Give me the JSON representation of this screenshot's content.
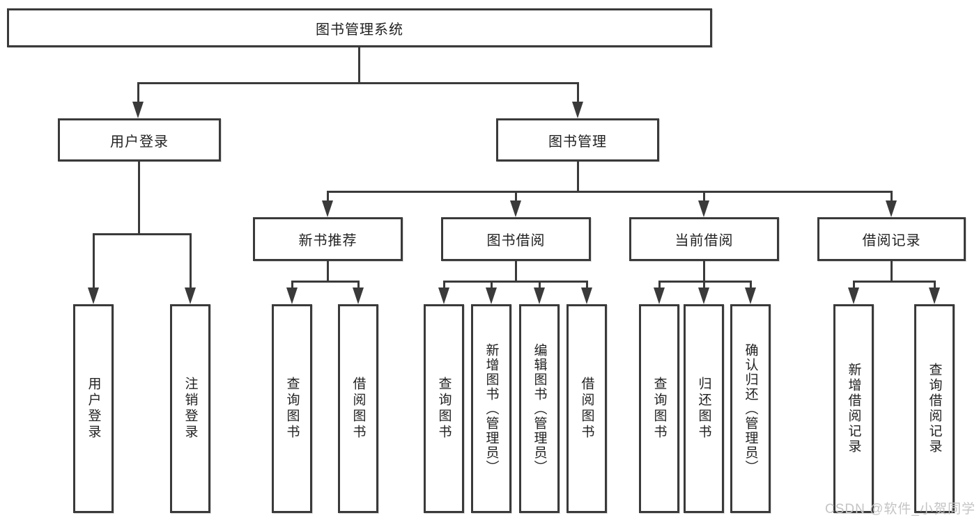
{
  "diagram": {
    "root": {
      "label": "图书管理系统"
    },
    "branches": [
      {
        "label": "用户登录",
        "children": [
          {
            "label": "用户登录"
          },
          {
            "label": "注销登录"
          }
        ]
      },
      {
        "label": "图书管理",
        "groups": [
          {
            "label": "新书推荐",
            "children": [
              {
                "label": "查询图书"
              },
              {
                "label": "借阅图书"
              }
            ]
          },
          {
            "label": "图书借阅",
            "children": [
              {
                "label": "查询图书"
              },
              {
                "label": "新增图书（管理员）"
              },
              {
                "label": "编辑图书（管理员）"
              },
              {
                "label": "借阅图书"
              }
            ]
          },
          {
            "label": "当前借阅",
            "children": [
              {
                "label": "查询图书"
              },
              {
                "label": "归还图书"
              },
              {
                "label": "确认归还（管理员）"
              }
            ]
          },
          {
            "label": "借阅记录",
            "children": [
              {
                "label": "新增借阅记录"
              },
              {
                "label": "查询借阅记录"
              }
            ]
          }
        ]
      }
    ]
  },
  "watermark": {
    "text": "CSDN @软件_小贺同学"
  },
  "colors": {
    "line": "#3a3a3a",
    "text": "#222222",
    "background": "#ffffff",
    "watermark": "#c4c4c4"
  }
}
